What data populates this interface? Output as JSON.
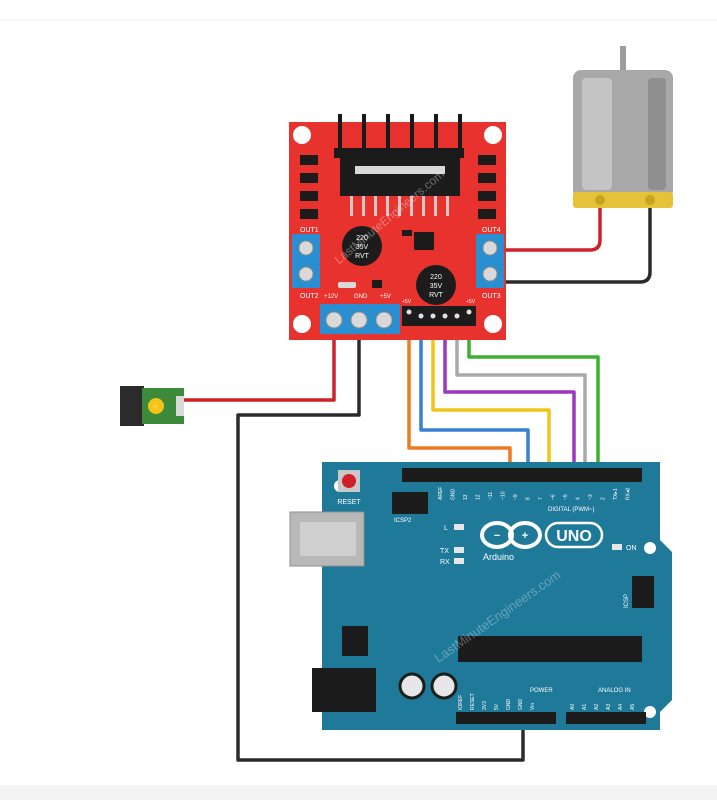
{
  "driver": {
    "out1": "OUT1",
    "out2": "OUT2",
    "out3": "OUT3",
    "out4": "OUT4",
    "cap_text": [
      "220",
      "35V",
      "RVT"
    ],
    "pwr_labels": [
      "+12V",
      "GND",
      "+5V"
    ],
    "en_labels": [
      "+5V",
      "+5V"
    ],
    "color": "#e8322e"
  },
  "arduino": {
    "reset": "RESET",
    "icsp2": "ICSP2",
    "icsp": "ICSP",
    "brand": "Arduino",
    "model": "UNO",
    "on": "ON",
    "l": "L",
    "tx": "TX",
    "rx": "RX",
    "digital": "DIGITAL (PWM~)",
    "power": "POWER",
    "analog": "ANALOG IN",
    "top_pins": [
      "AREF",
      "GND",
      "13",
      "12",
      "~11",
      "~10",
      "~9",
      "8",
      "7",
      "~6",
      "~5",
      "4",
      "~3",
      "2",
      "TX▸1",
      "RX◂0"
    ],
    "power_pins": [
      "IOREF",
      "RESET",
      "3V3",
      "5V",
      "GND",
      "GND",
      "Vin"
    ],
    "analog_pins": [
      "A0",
      "A1",
      "A2",
      "A3",
      "A4",
      "A5"
    ],
    "color": "#1f7a9a"
  },
  "watermark": "LastMinuteEngineers.com",
  "wire_colors": {
    "red": "#d0202a",
    "black": "#2b2b2b",
    "orange": "#f07a22",
    "blue": "#3a7fd6",
    "yellow": "#f2c418",
    "gray": "#a9a9a9",
    "purple": "#9b37c0",
    "green": "#3cb030"
  }
}
